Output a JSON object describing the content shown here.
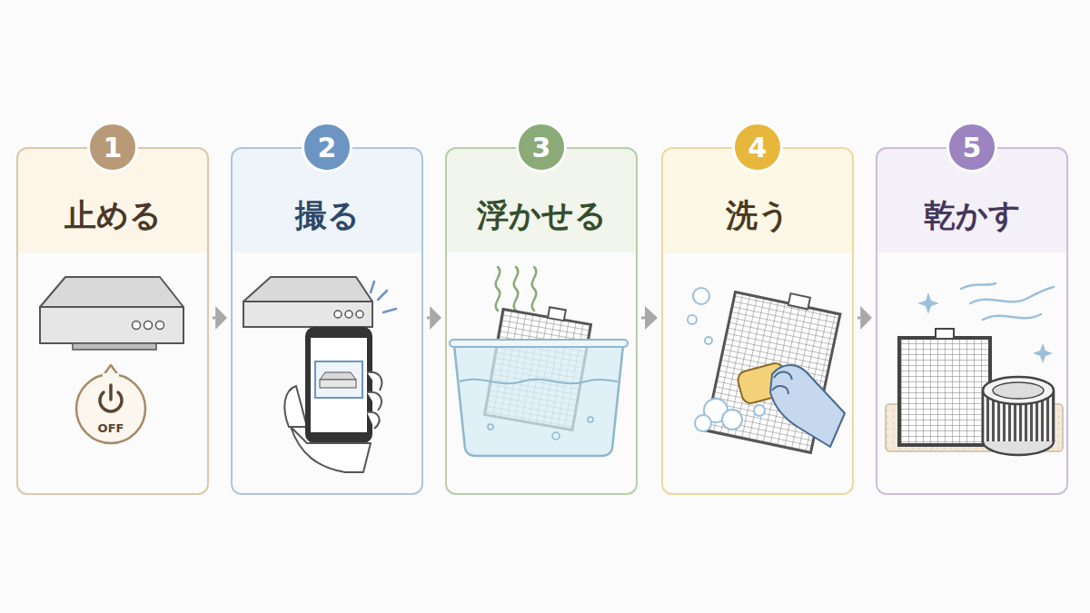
{
  "diagram": {
    "nodes": [
      {
        "text": [
          "止める"
        ]
      },
      {
        "text": [
          "1"
        ],
        "in": 0
      },
      {
        "text": [
          "撮る"
        ]
      },
      {
        "text": [
          "2"
        ],
        "in": 2
      },
      {
        "text": [
          "浮かせる"
        ]
      },
      {
        "text": [
          "3"
        ],
        "in": 4
      },
      {
        "text": [
          "洗う"
        ]
      },
      {
        "text": [
          "4"
        ],
        "in": 6
      },
      {
        "text": [
          "乾かす"
        ]
      },
      {
        "text": [
          "5"
        ],
        "in": 8
      }
    ],
    "edges": [
      {
        "from": 0,
        "to": 2,
        "arrow": "to"
      },
      {
        "from": 2,
        "to": 4,
        "arrow": "to"
      },
      {
        "from": 4,
        "to": 6,
        "arrow": "to"
      },
      {
        "from": 6,
        "to": 8,
        "arrow": "to"
      }
    ],
    "labels": [
      "OFF"
    ]
  }
}
